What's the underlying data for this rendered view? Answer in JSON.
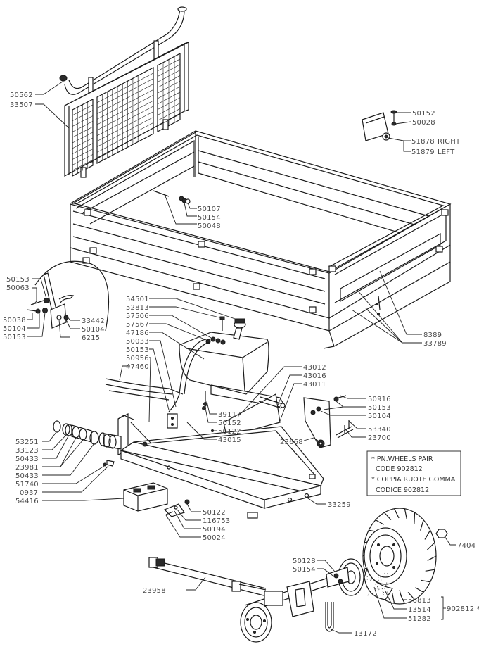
{
  "title": "Trailer exploded parts diagram",
  "parts": {
    "p50562": "50562",
    "p33507": "33507",
    "p50152a": "50152",
    "p50028": "50028",
    "p51878": "51878",
    "p51878_side": "RIGHT",
    "p51879": "51879",
    "p51879_side": "LEFT",
    "p50107": "50107",
    "p50154a": "50154",
    "p50048": "50048",
    "p50153a": "50153",
    "p50063": "50063",
    "p50038": "50038",
    "p50104a": "50104",
    "p50153b": "50153",
    "p33442": "33442",
    "p50104b": "50104",
    "p6215": "6215",
    "p8389": "8389",
    "p33789": "33789",
    "p54501": "54501",
    "p52813": "52813",
    "p57506": "57506",
    "p57567": "57567",
    "p47186": "47186",
    "p50033": "50033",
    "p50153c": "50153",
    "p50956": "50956",
    "p47460": "47460",
    "p43012": "43012",
    "p43016": "43016",
    "p43011": "43011",
    "p39117": "39117",
    "p50152b": "50152",
    "p50122a": "50122",
    "p43015": "43015",
    "p50916": "50916",
    "p50153d": "50153",
    "p50104c": "50104",
    "p53340": "53340",
    "p23700": "23700",
    "p23668": "23668",
    "p53251": "53251",
    "p33123": "33123",
    "p50433a": "50433",
    "p23981": "23981",
    "p50433b": "50433",
    "p51740": "51740",
    "p0937": "0937",
    "p54416": "54416",
    "p50122b": "50122",
    "p116753": "116753",
    "p50194": "50194",
    "p50024": "50024",
    "p33259": "33259",
    "p7404": "7404",
    "p50128": "50128",
    "p50154b": "50154",
    "p23958": "23958",
    "p56813": "56813",
    "p13514": "13514",
    "p51282": "51282",
    "p902812": "902812 *",
    "p13172": "13172"
  },
  "note_box": {
    "line1": "* PN.WHEELS  PAIR",
    "line2": "CODE  902812",
    "line3": "* COPPIA  RUOTE  GOMMA",
    "line4": "CODICE  902812"
  }
}
